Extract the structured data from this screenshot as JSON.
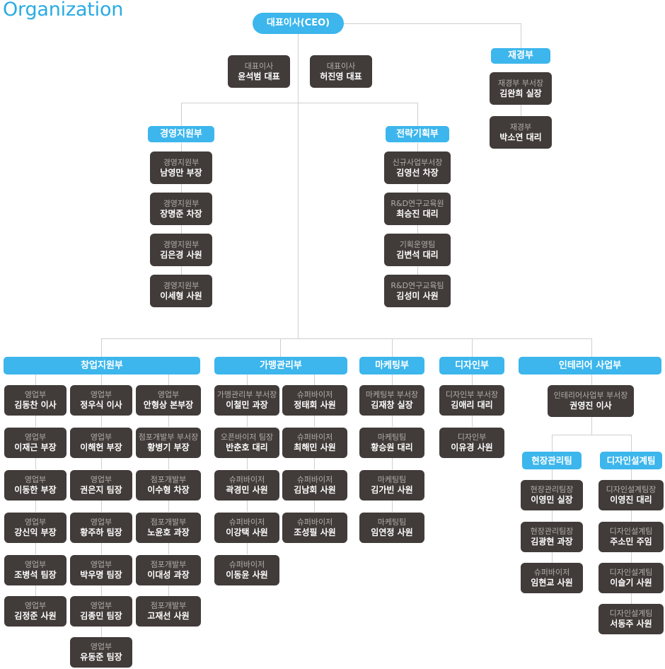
{
  "page": {
    "title": "Organization",
    "accent_color": "#29ABE2",
    "node_blue": "#3CB6EC",
    "node_dark": "#413B39",
    "line_color": "#CFCFCF",
    "dept_text_color": "#B3ADAA",
    "person_text_color": "#FFFFFF"
  },
  "ceo": {
    "title": "대표이사(CEO)"
  },
  "executives": [
    {
      "dept": "대표이사",
      "person": "윤석범 대표"
    },
    {
      "dept": "대표이사",
      "person": "허진영 대표"
    }
  ],
  "finance": {
    "header": "재경부",
    "members": [
      {
        "dept": "재경부 부서장",
        "person": "김완희 실장"
      },
      {
        "dept": "재경부",
        "person": "박소연 대리"
      }
    ]
  },
  "management_support": {
    "header": "경영지원부",
    "members": [
      {
        "dept": "경영지원부",
        "person": "남영만 부장"
      },
      {
        "dept": "경영지원부",
        "person": "장명준 차장"
      },
      {
        "dept": "경영지원부",
        "person": "김은경 사원"
      },
      {
        "dept": "경영지원부",
        "person": "이세형 사원"
      }
    ]
  },
  "strategic_planning": {
    "header": "전략기획부",
    "members": [
      {
        "dept": "신규사업부서장",
        "person": "김영선 차장"
      },
      {
        "dept": "R&D연구교육원",
        "person": "최승진 대리"
      },
      {
        "dept": "기획운영팀",
        "person": "김변석 대리"
      },
      {
        "dept": "R&D연구교육팀",
        "person": "김성미 사원"
      }
    ]
  },
  "startup_support": {
    "header": "창업지원부",
    "columns": [
      [
        {
          "dept": "영업부",
          "person": "김동찬 이사"
        },
        {
          "dept": "영업부",
          "person": "이재근 부장"
        },
        {
          "dept": "영업부",
          "person": "이동한 부장"
        },
        {
          "dept": "영업부",
          "person": "강신익 부장"
        },
        {
          "dept": "영업부",
          "person": "조병석 팀장"
        },
        {
          "dept": "영업부",
          "person": "김정준 사원"
        }
      ],
      [
        {
          "dept": "영업부",
          "person": "정우식 이사"
        },
        {
          "dept": "영업부",
          "person": "이해헌 부장"
        },
        {
          "dept": "영업부",
          "person": "권은지 팀장"
        },
        {
          "dept": "영업부",
          "person": "황주하 팀장"
        },
        {
          "dept": "영업부",
          "person": "박우명 팀장"
        },
        {
          "dept": "영업부",
          "person": "김종민 팀장"
        },
        {
          "dept": "영업부",
          "person": "유동준 팀장"
        }
      ],
      [
        {
          "dept": "영업부",
          "person": "안형상 본부장"
        },
        {
          "dept": "점포개발부 부서장",
          "person": "황병기 부장"
        },
        {
          "dept": "점포개발부",
          "person": "이수형 차장"
        },
        {
          "dept": "점포개발부",
          "person": "노윤호 과장"
        },
        {
          "dept": "점포개발부",
          "person": "이대성 과장"
        },
        {
          "dept": "점포개발부",
          "person": "고재선 사원"
        }
      ]
    ]
  },
  "franchise_management": {
    "header": "가맹관리부",
    "columns": [
      [
        {
          "dept": "가맹관리부 부서장",
          "person": "이철민 과장"
        },
        {
          "dept": "오픈바이저 팀장",
          "person": "반춘호 대리"
        },
        {
          "dept": "슈퍼바이저",
          "person": "곽경민 사원"
        },
        {
          "dept": "슈퍼바이저",
          "person": "이강택 사원"
        },
        {
          "dept": "슈퍼바이저",
          "person": "이동윤 사원"
        }
      ],
      [
        {
          "dept": "슈퍼바이저",
          "person": "정태회 사원"
        },
        {
          "dept": "슈퍼바이저",
          "person": "최해민 사원"
        },
        {
          "dept": "슈퍼바이저",
          "person": "김남회 사원"
        },
        {
          "dept": "슈퍼바이저",
          "person": "조성필 사원"
        }
      ]
    ]
  },
  "marketing": {
    "header": "마케팅부",
    "members": [
      {
        "dept": "마케팅부 부서장",
        "person": "김재창 실장"
      },
      {
        "dept": "마케팅팀",
        "person": "황승원 대리"
      },
      {
        "dept": "마케팅팀",
        "person": "김가빈 사원"
      },
      {
        "dept": "마케팅팀",
        "person": "임연정 사원"
      }
    ]
  },
  "design": {
    "header": "디자인부",
    "members": [
      {
        "dept": "디자인부 부서장",
        "person": "김애리 대리"
      },
      {
        "dept": "디자인부",
        "person": "이유경 사원"
      }
    ]
  },
  "interior": {
    "header": "인테리어 사업부",
    "lead": {
      "dept": "인테리어사업부 부서장",
      "person": "권영진 이사"
    },
    "teams": [
      {
        "header": "현장관리팀",
        "members": [
          {
            "dept": "현장관리팀장",
            "person": "이영민 실장"
          },
          {
            "dept": "현장관리팀장",
            "person": "김광현 과장"
          },
          {
            "dept": "슈퍼바이저",
            "person": "임현교 사원"
          }
        ]
      },
      {
        "header": "디자인설계팀",
        "members": [
          {
            "dept": "디자인설계팀장",
            "person": "이영진 대리"
          },
          {
            "dept": "디자인설계팀",
            "person": "주소민 주임"
          },
          {
            "dept": "디자인설계팀",
            "person": "이슬기 사원"
          },
          {
            "dept": "디자인설계팀",
            "person": "서동주 사원"
          }
        ]
      }
    ]
  }
}
